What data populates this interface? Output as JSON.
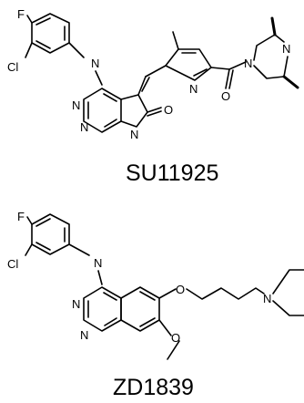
{
  "molecules": [
    {
      "name": "SU11925",
      "atoms": {
        "f": "F",
        "cl": "Cl",
        "n1": "N",
        "n2": "N",
        "n3": "N",
        "n4": "N",
        "n5": "N",
        "o1": "O",
        "o2": "O",
        "n6": "N",
        "n7": "N"
      }
    },
    {
      "name": "ZD1839",
      "atoms": {
        "f": "F",
        "cl": "Cl",
        "n1": "N",
        "n2": "N",
        "n3": "N",
        "o1": "O",
        "o2": "O",
        "n4": "N"
      }
    }
  ]
}
